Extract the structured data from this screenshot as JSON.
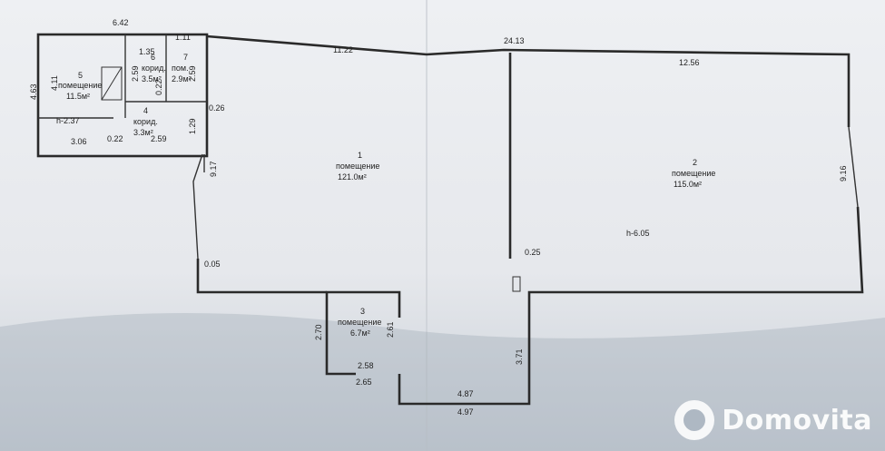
{
  "plan": {
    "top_overall": "6.42",
    "room5_width_top": "1.35",
    "room7_width_top": "1.11",
    "top_wall_left": "11.22",
    "top_wall_total": "24.13",
    "room2_width": "12.56",
    "left_height_outer": "4.63",
    "left_height_inner": "4.11",
    "room6_height": "2.59",
    "room7_height": "2.59",
    "room6_gap": "0.22",
    "offset_026": "0.26",
    "door_129": "1.29",
    "room5_bottom": "3.06",
    "gap_022b": "0.22",
    "room4_bottom": "2.59",
    "room1_height": "9.17",
    "room2_height": "9.16",
    "offset_005": "0.05",
    "offset_025": "0.25",
    "room3_height_left": "2.70",
    "room3_height_right": "2.61",
    "room3_inner_bottom": "2.58",
    "room3_bottom": "2.65",
    "stair_height": "3.71",
    "bottom_inner": "4.87",
    "bottom_outer": "4.97",
    "ceiling_height_small": "h-2.37",
    "ceiling_height_large": "h-6.05"
  },
  "rooms": [
    {
      "num": "5",
      "type": "помещение",
      "area": "11.5м²"
    },
    {
      "num": "6",
      "type": "корид.",
      "area": "3.5м²"
    },
    {
      "num": "7",
      "type": "пом.",
      "area": "2.9м²"
    },
    {
      "num": "4",
      "type": "корид.",
      "area": "3.3м²"
    },
    {
      "num": "1",
      "type": "помещение",
      "area": "121.0м²"
    },
    {
      "num": "2",
      "type": "помещение",
      "area": "115.0м²"
    },
    {
      "num": "3",
      "type": "помещение",
      "area": "6.7м²"
    }
  ],
  "watermark": {
    "text": "Domovita",
    "logo_icon": "domovita-logo-icon"
  }
}
